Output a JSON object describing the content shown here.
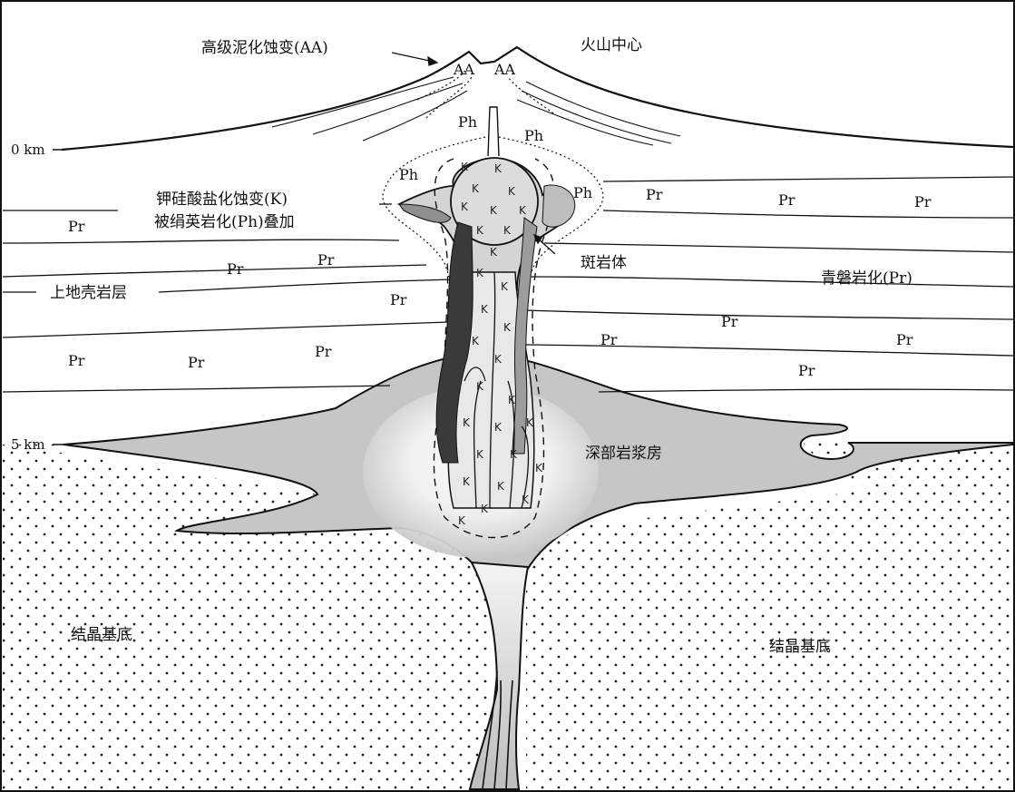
{
  "depth_labels": {
    "surface": "0 km",
    "base": "5 km"
  },
  "labels": {
    "advanced_argillic": "高级泥化蚀变(AA)",
    "volcanic_center": "火山中心",
    "aa_left": "AA",
    "aa_right": "AA",
    "potassic_line1": "钾硅酸盐化蚀变(K)",
    "potassic_line2": "被绢英岩化(Ph)叠加",
    "upper_crust": "上地壳岩层",
    "porphyry": "斑岩体",
    "propylitic": "青磐岩化(Pr)",
    "magma_chamber": "深部岩浆房",
    "basement_left": "结晶基底",
    "basement_right": "结晶基底",
    "ph": "Ph",
    "pr": "Pr",
    "k": "K"
  },
  "colors": {
    "outline": "#111111",
    "magma": "#c8c8c8",
    "dark_vein": "#3a3a3a",
    "mid_vein": "#9a9a9a",
    "porphyry_fill": "#d9d9d9",
    "background": "#ffffff"
  }
}
